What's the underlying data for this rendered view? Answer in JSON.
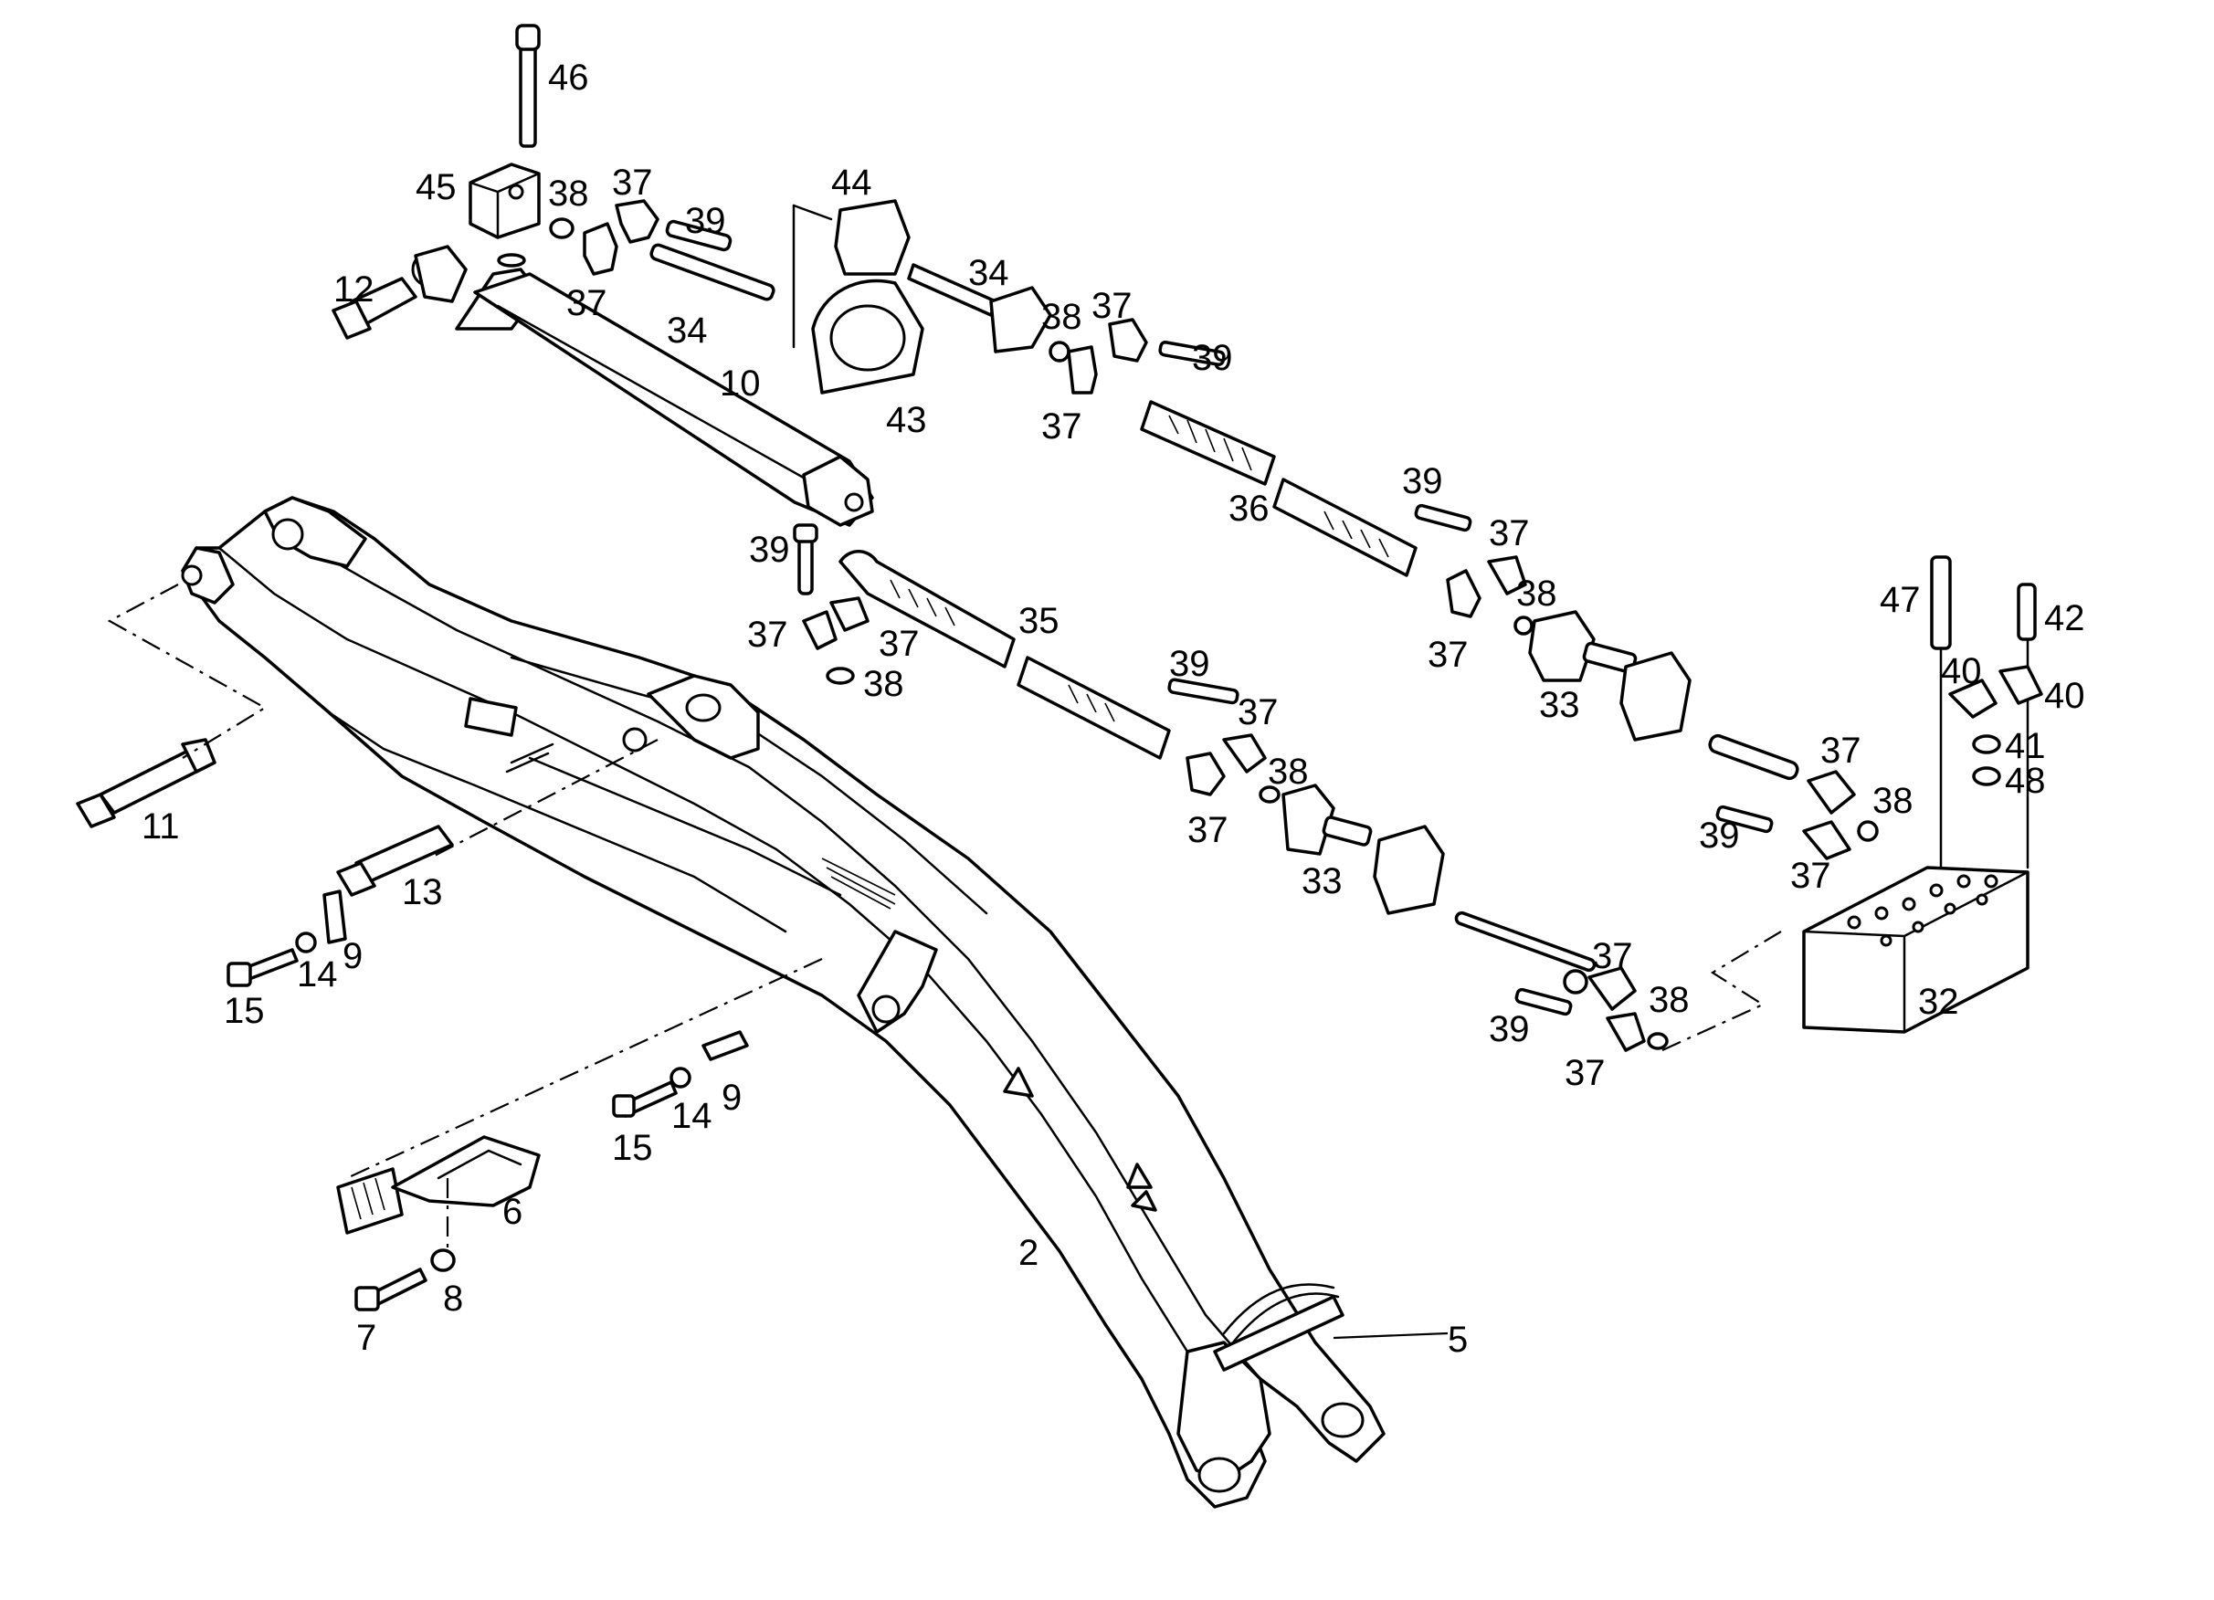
{
  "labels": [
    {
      "id": "p46",
      "text": "46"
    },
    {
      "id": "p45",
      "text": "45"
    },
    {
      "id": "p38a",
      "text": "38"
    },
    {
      "id": "p37a",
      "text": "37"
    },
    {
      "id": "p39a",
      "text": "39"
    },
    {
      "id": "p37b",
      "text": "37"
    },
    {
      "id": "p12",
      "text": "12"
    },
    {
      "id": "p34a",
      "text": "34"
    },
    {
      "id": "p44",
      "text": "44"
    },
    {
      "id": "p34b",
      "text": "34"
    },
    {
      "id": "p38b",
      "text": "38"
    },
    {
      "id": "p37c",
      "text": "37"
    },
    {
      "id": "p39b",
      "text": "39"
    },
    {
      "id": "p10",
      "text": "10"
    },
    {
      "id": "p43",
      "text": "43"
    },
    {
      "id": "p37d",
      "text": "37"
    },
    {
      "id": "p36",
      "text": "36"
    },
    {
      "id": "p39c",
      "text": "39"
    },
    {
      "id": "p37e",
      "text": "37"
    },
    {
      "id": "p38c",
      "text": "38"
    },
    {
      "id": "p37f",
      "text": "37"
    },
    {
      "id": "p39d",
      "text": "39"
    },
    {
      "id": "p35",
      "text": "35"
    },
    {
      "id": "p37g",
      "text": "37"
    },
    {
      "id": "p37h",
      "text": "37"
    },
    {
      "id": "p38d",
      "text": "38"
    },
    {
      "id": "p33a",
      "text": "33"
    },
    {
      "id": "p47",
      "text": "47"
    },
    {
      "id": "p42",
      "text": "42"
    },
    {
      "id": "p40a",
      "text": "40"
    },
    {
      "id": "p40b",
      "text": "40"
    },
    {
      "id": "p41",
      "text": "41"
    },
    {
      "id": "p48",
      "text": "48"
    },
    {
      "id": "p39e",
      "text": "39"
    },
    {
      "id": "p37i",
      "text": "37"
    },
    {
      "id": "p38e",
      "text": "38"
    },
    {
      "id": "p37j",
      "text": "37"
    },
    {
      "id": "p33b",
      "text": "33"
    },
    {
      "id": "p37k",
      "text": "37"
    },
    {
      "id": "p39f",
      "text": "39"
    },
    {
      "id": "p38f",
      "text": "38"
    },
    {
      "id": "p37l",
      "text": "37"
    },
    {
      "id": "p11",
      "text": "11"
    },
    {
      "id": "p13",
      "text": "13"
    },
    {
      "id": "p9a",
      "text": "9"
    },
    {
      "id": "p14a",
      "text": "14"
    },
    {
      "id": "p15a",
      "text": "15"
    },
    {
      "id": "p37m",
      "text": "37"
    },
    {
      "id": "p38g",
      "text": "38"
    },
    {
      "id": "p39g",
      "text": "39"
    },
    {
      "id": "p37n",
      "text": "37"
    },
    {
      "id": "p32",
      "text": "32"
    },
    {
      "id": "p9b",
      "text": "9"
    },
    {
      "id": "p14b",
      "text": "14"
    },
    {
      "id": "p15b",
      "text": "15"
    },
    {
      "id": "p6",
      "text": "6"
    },
    {
      "id": "p2",
      "text": "2"
    },
    {
      "id": "p5",
      "text": "5"
    },
    {
      "id": "p8",
      "text": "8"
    },
    {
      "id": "p7",
      "text": "7"
    }
  ]
}
